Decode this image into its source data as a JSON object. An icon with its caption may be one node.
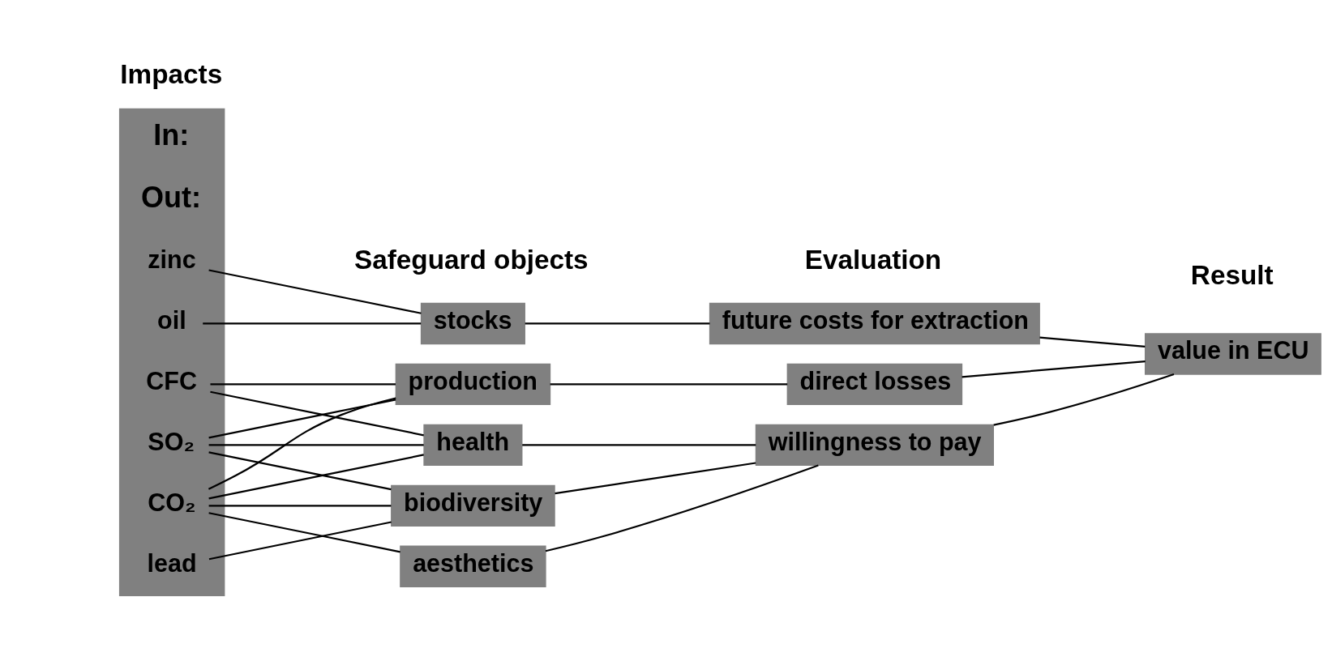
{
  "diagram": {
    "nodes": [
      {
        "text": [],
        "shape": "box"
      },
      {
        "text": [
          "oil"
        ],
        "in": 0
      },
      {
        "text": [
          "zinc"
        ],
        "in": 0
      },
      {
        "text": [
          "CO₂"
        ],
        "in": 0
      },
      {
        "text": [
          "SO₂"
        ],
        "in": 0
      },
      {
        "text": [
          "lead"
        ],
        "in": 0
      },
      {
        "text": [
          "CFC"
        ],
        "in": 0
      },
      {
        "text": [
          "stocks"
        ]
      },
      {
        "text": [
          "production"
        ]
      },
      {
        "text": [
          "health"
        ]
      },
      {
        "text": [
          "biodiversity"
        ]
      },
      {
        "text": [
          "aesthetics"
        ]
      },
      {
        "text": [
          "future costs for extraction"
        ]
      },
      {
        "text": [
          "direct losses"
        ]
      },
      {
        "text": [
          "willingness to pay"
        ]
      },
      {
        "text": [
          "value in ECU"
        ]
      }
    ],
    "edges": [
      {
        "from": 1,
        "to": 7,
        "arrow": "none"
      },
      {
        "from": 2,
        "to": 7,
        "arrow": "none"
      },
      {
        "from": 3,
        "to": 8,
        "arrow": "none"
      },
      {
        "from": 3,
        "to": 9,
        "arrow": "none"
      },
      {
        "from": 3,
        "to": 10,
        "arrow": "none"
      },
      {
        "from": 3,
        "to": 11,
        "arrow": "none"
      },
      {
        "from": 4,
        "to": 8,
        "arrow": "none"
      },
      {
        "from": 4,
        "to": 9,
        "arrow": "none"
      },
      {
        "from": 4,
        "to": 10,
        "arrow": "none"
      },
      {
        "from": 5,
        "to": 10,
        "arrow": "none"
      },
      {
        "from": 6,
        "to": 8,
        "arrow": "none"
      },
      {
        "from": 6,
        "to": 9,
        "arrow": "none"
      },
      {
        "from": 7,
        "to": 12,
        "arrow": "none"
      },
      {
        "from": 8,
        "to": 13,
        "arrow": "none"
      },
      {
        "from": 9,
        "to": 14,
        "arrow": "none"
      },
      {
        "from": 10,
        "to": 14,
        "arrow": "none"
      },
      {
        "from": 11,
        "to": 14,
        "arrow": "none"
      },
      {
        "from": 12,
        "to": 15,
        "arrow": "none"
      },
      {
        "from": 13,
        "to": 15,
        "arrow": "none"
      },
      {
        "from": 14,
        "to": 15,
        "arrow": "none"
      }
    ],
    "labels": [
      "Impacts",
      "Safeguard objects",
      "Evaluation",
      "Result",
      "In:",
      "Out:"
    ]
  }
}
